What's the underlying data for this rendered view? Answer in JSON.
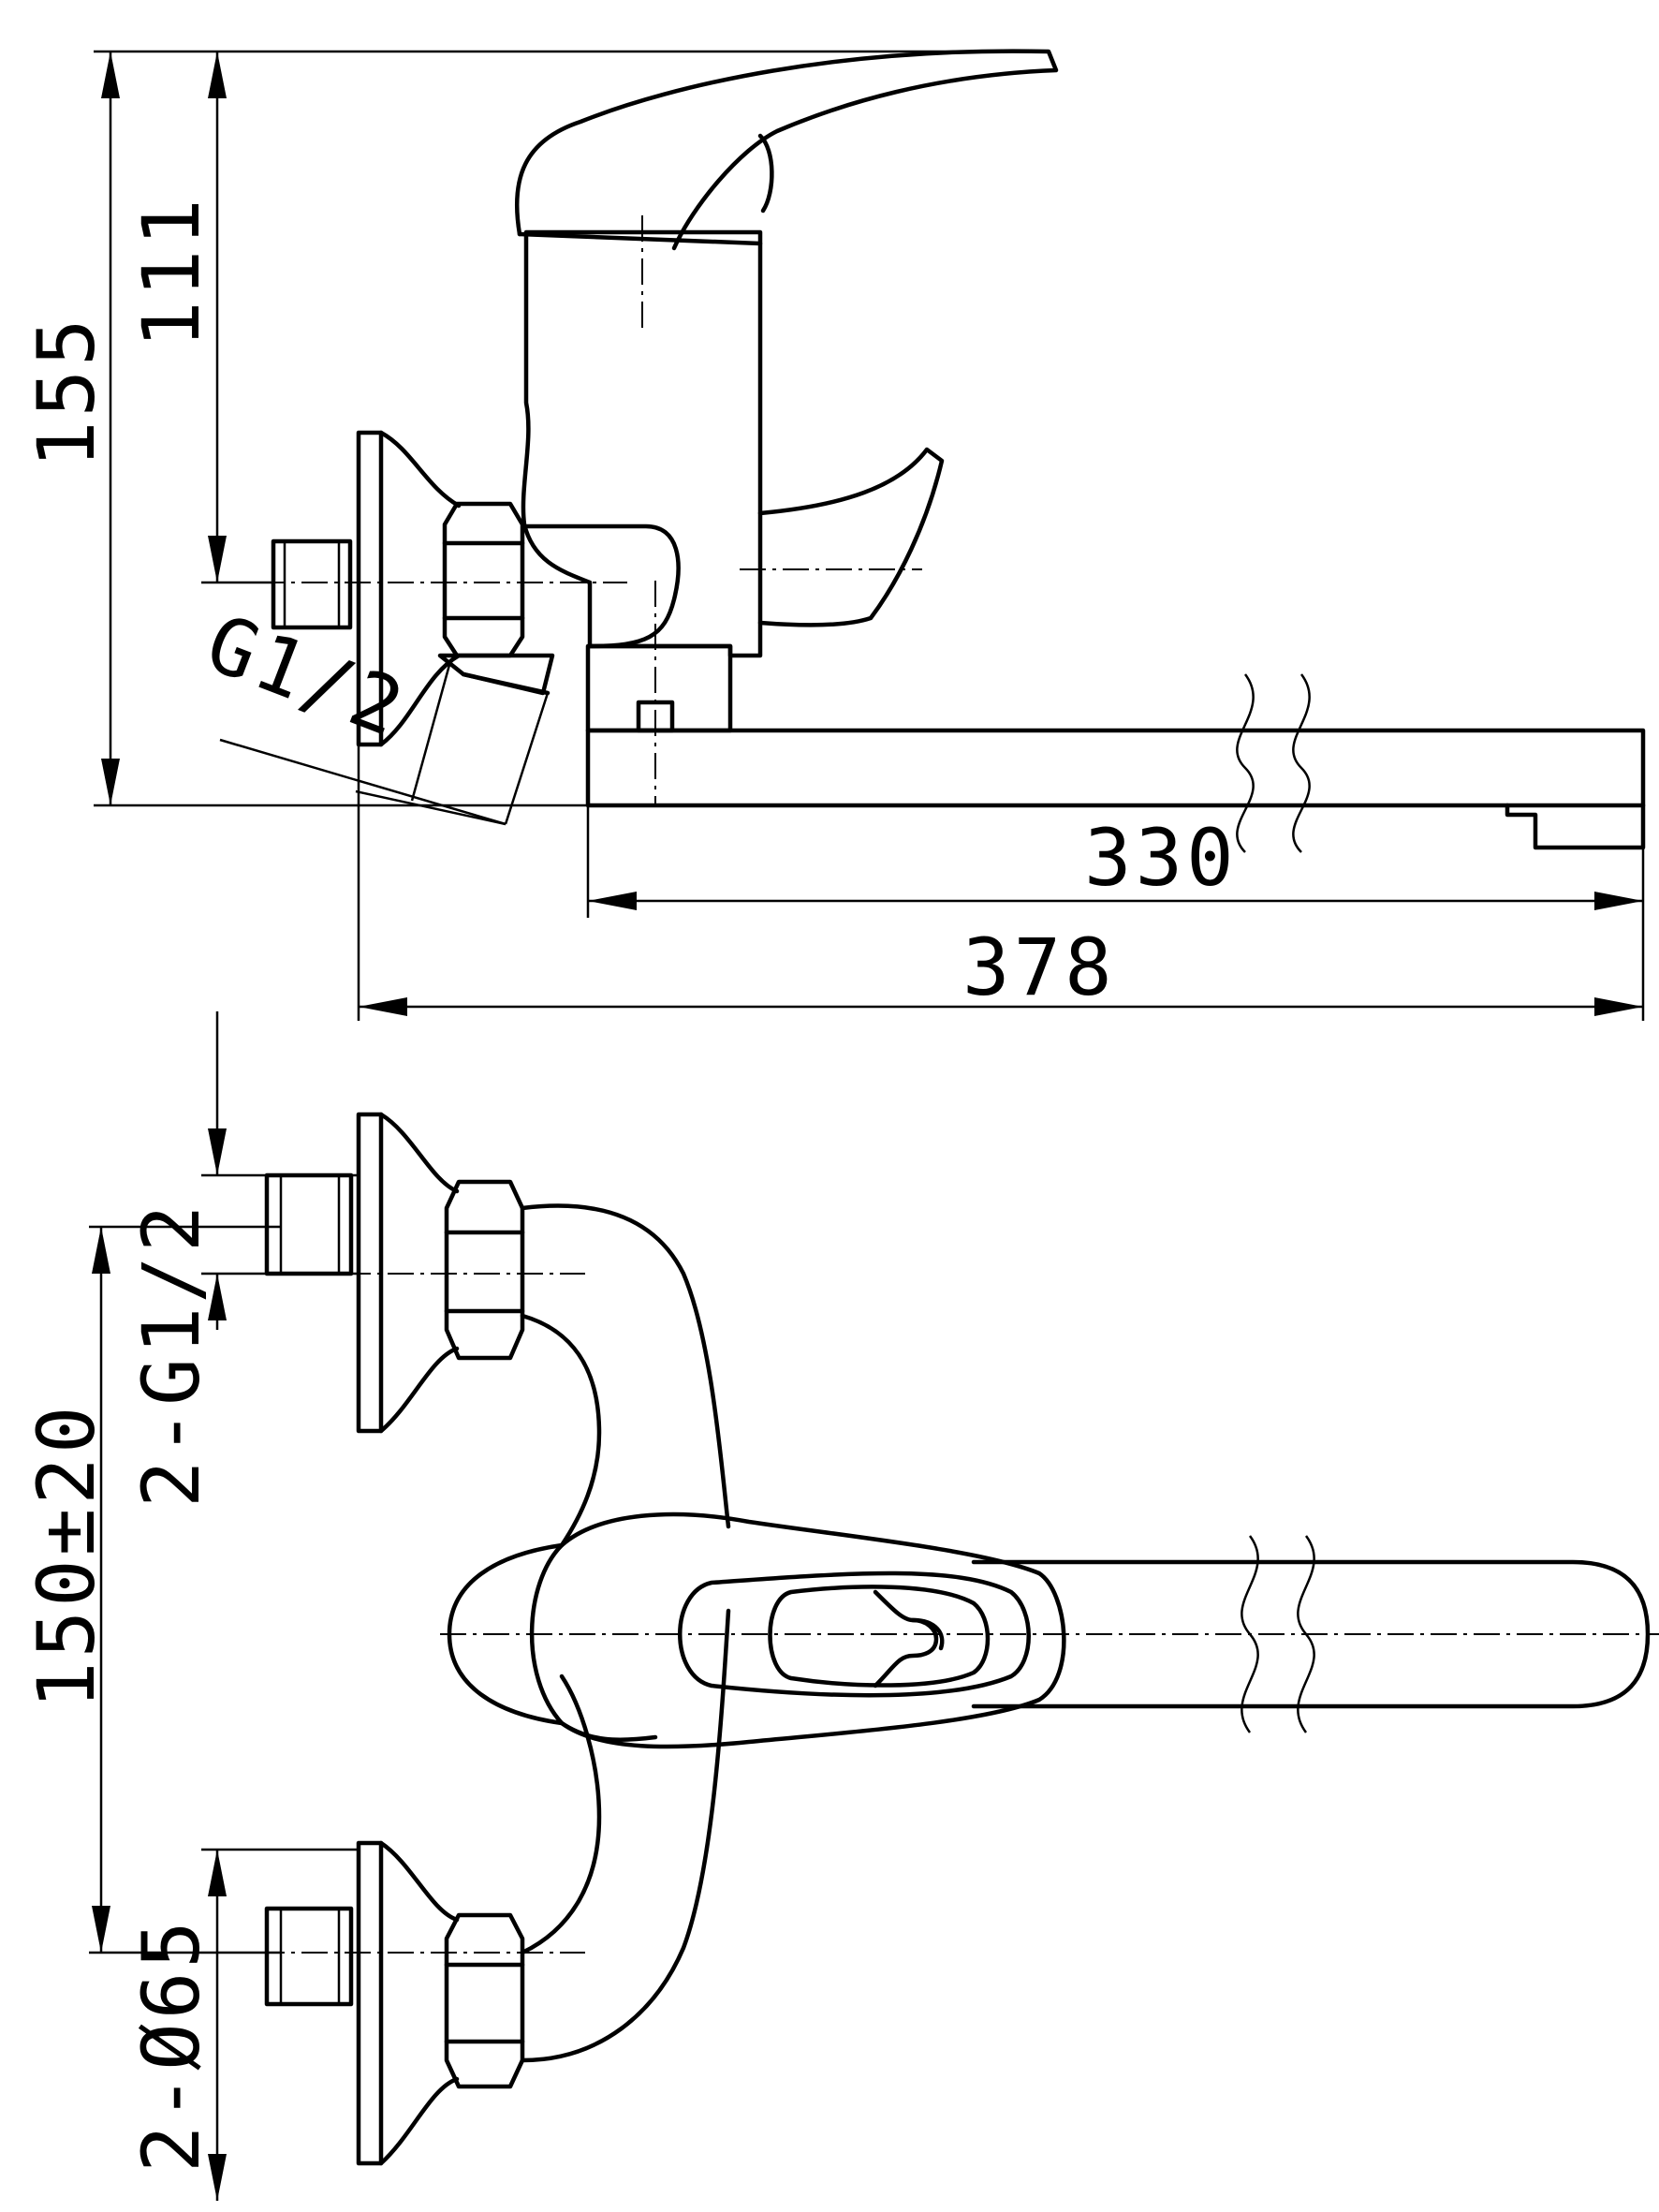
{
  "dimensions": {
    "total_height": "155",
    "inlet_height": "111",
    "inlet_thread": "G1/2",
    "spout_length": "330",
    "overall_length": "378",
    "inlet_spacing": "150±20",
    "inlet_threads_count": "2-G1/2",
    "flange_diameter": "2-Ø65"
  }
}
